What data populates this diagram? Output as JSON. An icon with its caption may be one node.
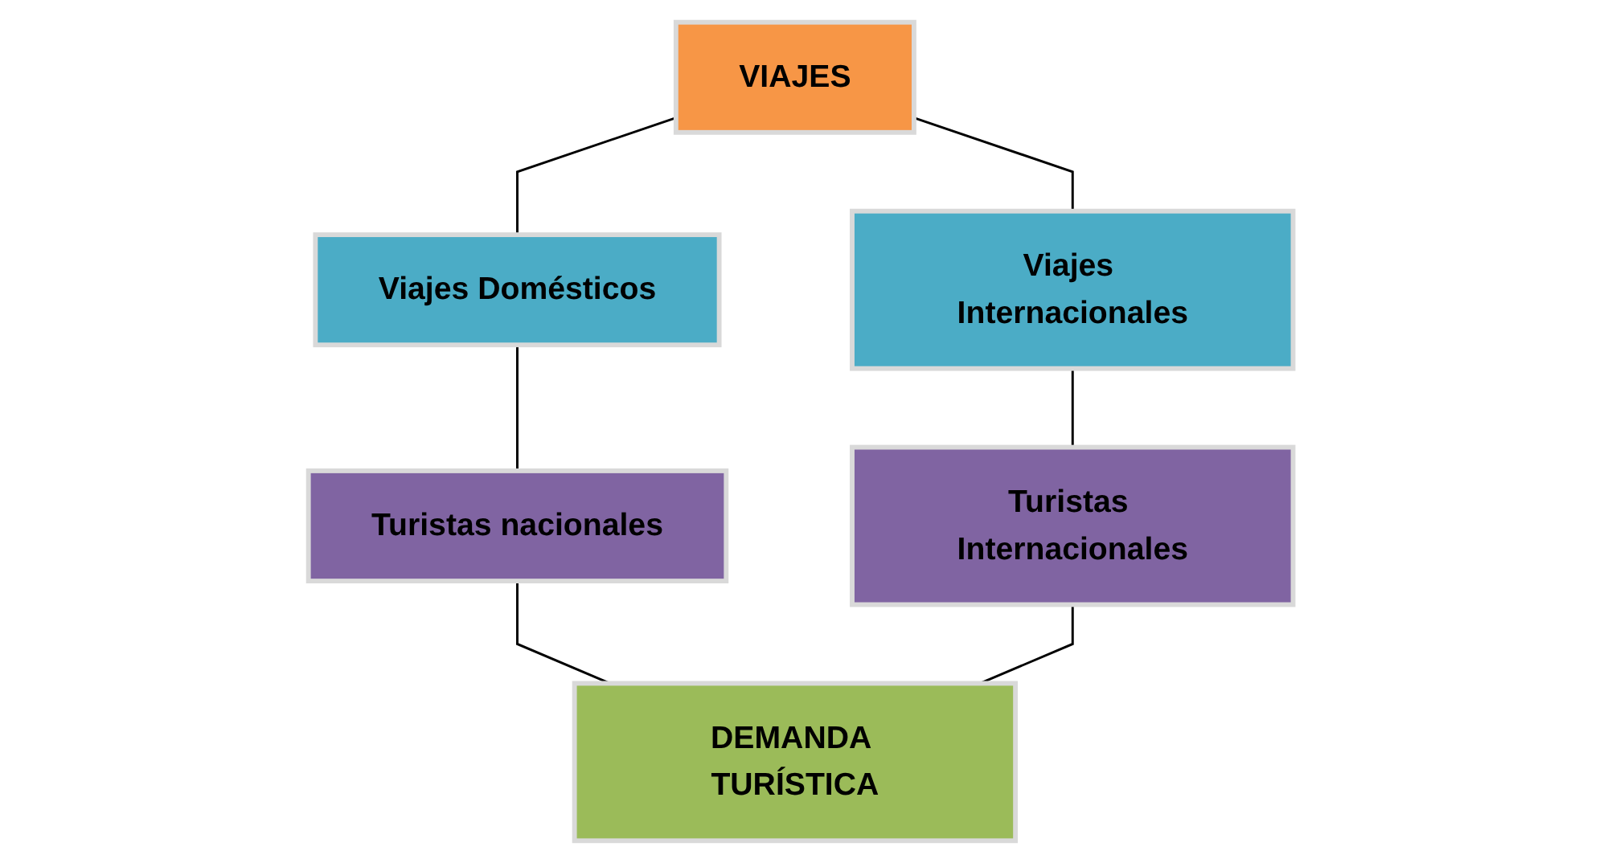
{
  "diagram": {
    "nodes": [
      {
        "text": [
          "VIAJES"
        ]
      },
      {
        "text": [
          "Viajes Domésticos"
        ]
      },
      {
        "text": [
          "Viajes Internacionales"
        ]
      },
      {
        "text": [
          "Turistas nacionales"
        ]
      },
      {
        "text": [
          "Turistas Internacionales"
        ]
      },
      {
        "text": [
          "DEMANDA TURÍSTICA"
        ]
      }
    ],
    "edges": [
      {
        "from": 0,
        "to": 1,
        "arrow": "none"
      },
      {
        "from": 0,
        "to": 2,
        "arrow": "none"
      },
      {
        "from": 1,
        "to": 3,
        "arrow": "none"
      },
      {
        "from": 2,
        "to": 4,
        "arrow": "none"
      },
      {
        "from": 3,
        "to": 5,
        "arrow": "none"
      },
      {
        "from": 4,
        "to": 5,
        "arrow": "none"
      }
    ]
  }
}
